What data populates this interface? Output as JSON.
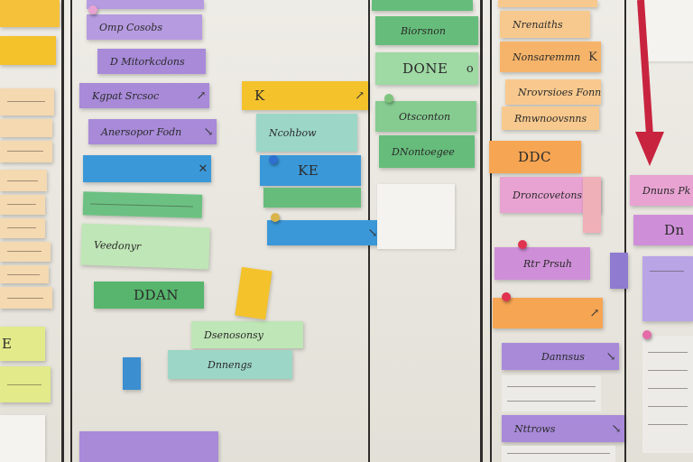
{
  "colors": {
    "yellow": "#f4c22b",
    "lightyellow": "#f2dc62",
    "purple": "#a88ad9",
    "blue": "#3b98d8",
    "green": "#66bd7b",
    "lightgreen": "#bfe6b6",
    "orange": "#f6a553",
    "lightorange": "#f8c98e",
    "pink": "#e8a3d2",
    "mint": "#9cd6c6",
    "red": "#e0334f",
    "tan": "#f4d9b1"
  },
  "col2": {
    "n1": "Omp Cosobs",
    "n2": "D Mitorkcdons",
    "n3": "Kgpat Srcsoc",
    "n3_mark": "↗",
    "n4": "Anersopor Fodn",
    "n4_mark": "↘",
    "n5_mark": "✕",
    "n7": "Veedonyr",
    "n8": "DDAN",
    "n9": "Dsenosonsy",
    "n10": "Dnnengs"
  },
  "col3": {
    "n1": "K",
    "n1_mark": "↗",
    "n2": "Ncohbow",
    "n3": "KE",
    "n5_mark": "↘"
  },
  "col4": {
    "n1": "Biorsnon",
    "n2": "DONE",
    "n2_tail": "o",
    "n3": "Otsconton",
    "n4": "DNontoegee"
  },
  "col5": {
    "n1": "Nrenaiths",
    "n2": "Nonsaremmn",
    "n2_mark": "K",
    "n3": "Nrovrsioes Fonn",
    "n4": "Rmwnoovsnns",
    "n5": "DDC",
    "n6": "Droncovetons",
    "n7": "Rtr Prsuh",
    "n8_mark": "↗",
    "n9": "Dannsus",
    "n9_mark": "↘",
    "n10": "Nttrows",
    "n10_mark": "↘"
  },
  "col6": {
    "n1": "Dnuns Pk",
    "n2": "Dn"
  },
  "col1": {
    "n1": "E"
  }
}
